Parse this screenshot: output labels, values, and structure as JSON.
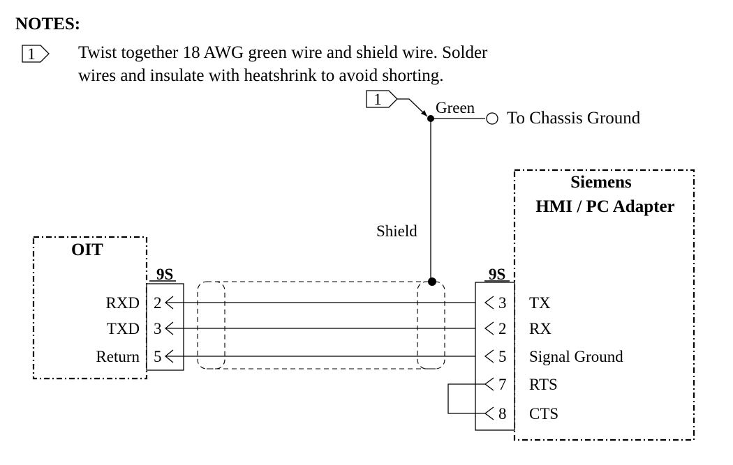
{
  "notes": {
    "heading": "NOTES:",
    "items": [
      {
        "number": "1",
        "line1": "Twist together 18 AWG green wire and shield wire.  Solder",
        "line2": "wires and insulate with heatshrink to avoid shorting."
      }
    ]
  },
  "ground": {
    "callout_number": "1",
    "wire_label": "Green",
    "destination": "To Chassis Ground"
  },
  "shield_label": "Shield",
  "oit": {
    "title": "OIT",
    "connector": "9S",
    "pins": [
      {
        "signal": "RXD",
        "pin": "2"
      },
      {
        "signal": "TXD",
        "pin": "3"
      },
      {
        "signal": "Return",
        "pin": "5"
      }
    ]
  },
  "siemens": {
    "title_line1": "Siemens",
    "title_line2": "HMI / PC Adapter",
    "connector": "9S",
    "pins": [
      {
        "pin": "3",
        "signal": "TX"
      },
      {
        "pin": "2",
        "signal": "RX"
      },
      {
        "pin": "5",
        "signal": "Signal Ground"
      },
      {
        "pin": "7",
        "signal": "RTS"
      },
      {
        "pin": "8",
        "signal": "CTS"
      }
    ]
  }
}
